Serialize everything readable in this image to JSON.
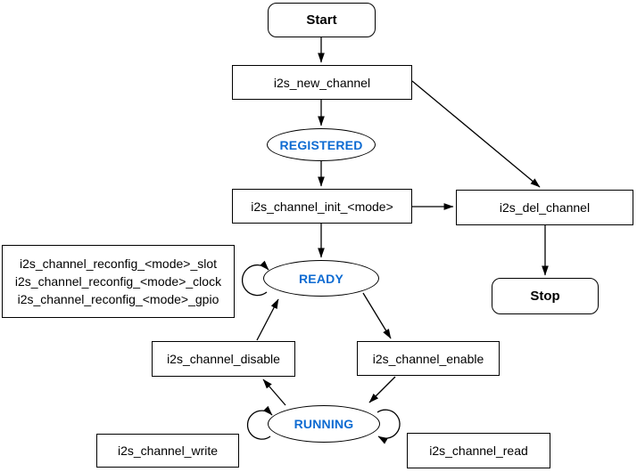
{
  "diagram": {
    "colors": {
      "state_label": "#0d6bd2",
      "edge": "#000000",
      "node_border": "#000000",
      "node_fill": "#ffffff",
      "background": "#ffffff"
    },
    "nodes": {
      "start": {
        "label": "Start"
      },
      "new_channel": {
        "label": "i2s_new_channel"
      },
      "registered": {
        "label": "REGISTERED"
      },
      "init": {
        "label": "i2s_channel_init_<mode>"
      },
      "del_channel": {
        "label": "i2s_del_channel"
      },
      "stop": {
        "label": "Stop"
      },
      "ready": {
        "label": "READY"
      },
      "reconfig": {
        "lines": [
          "i2s_channel_reconfig_<mode>_slot",
          "i2s_channel_reconfig_<mode>_clock",
          "i2s_channel_reconfig_<mode>_gpio"
        ]
      },
      "disable": {
        "label": "i2s_channel_disable"
      },
      "enable": {
        "label": "i2s_channel_enable"
      },
      "running": {
        "label": "RUNNING"
      },
      "write": {
        "label": "i2s_channel_write"
      },
      "read": {
        "label": "i2s_channel_read"
      }
    },
    "edges": [
      {
        "from": "start",
        "to": "new_channel"
      },
      {
        "from": "new_channel",
        "to": "registered"
      },
      {
        "from": "new_channel",
        "to": "del_channel"
      },
      {
        "from": "registered",
        "to": "init"
      },
      {
        "from": "init",
        "to": "ready"
      },
      {
        "from": "init",
        "to": "del_channel"
      },
      {
        "from": "del_channel",
        "to": "stop"
      },
      {
        "from": "ready",
        "to": "ready",
        "type": "self-loop"
      },
      {
        "from": "ready",
        "to": "enable"
      },
      {
        "from": "enable",
        "to": "running"
      },
      {
        "from": "running",
        "to": "disable"
      },
      {
        "from": "disable",
        "to": "ready"
      },
      {
        "from": "running",
        "to": "running",
        "type": "self-loop-left"
      },
      {
        "from": "running",
        "to": "running",
        "type": "self-loop-right"
      }
    ]
  }
}
